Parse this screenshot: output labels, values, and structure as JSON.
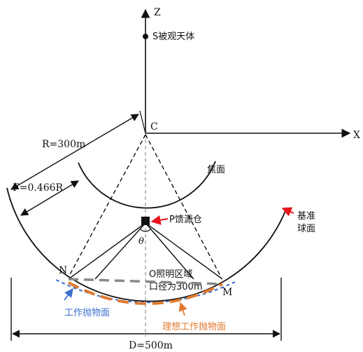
{
  "labels": {
    "z_axis": "Z",
    "x_axis": "X",
    "source": "S被观天体",
    "center": "C",
    "radius": "R=300m",
    "focal": "F=0.466R",
    "focal_surface": "焦面",
    "feed_cabin": "P馈源仓",
    "reference_sphere_line1": "基准",
    "reference_sphere_line2": "球面",
    "theta": "θ",
    "point_n": "N",
    "point_m": "M",
    "illum_line1": "O照明区域",
    "illum_line2": "口径为300m",
    "working_paraboloid": "工作抛物面",
    "ideal_paraboloid": "理想工作抛物面",
    "diameter": "D=500m"
  },
  "colors": {
    "ink": "#111111",
    "red_arrow": "#e8141b",
    "blue": "#3b6fd0",
    "orange": "#e07a2e",
    "gray_dash": "#888888",
    "gray_axis": "#999999"
  }
}
